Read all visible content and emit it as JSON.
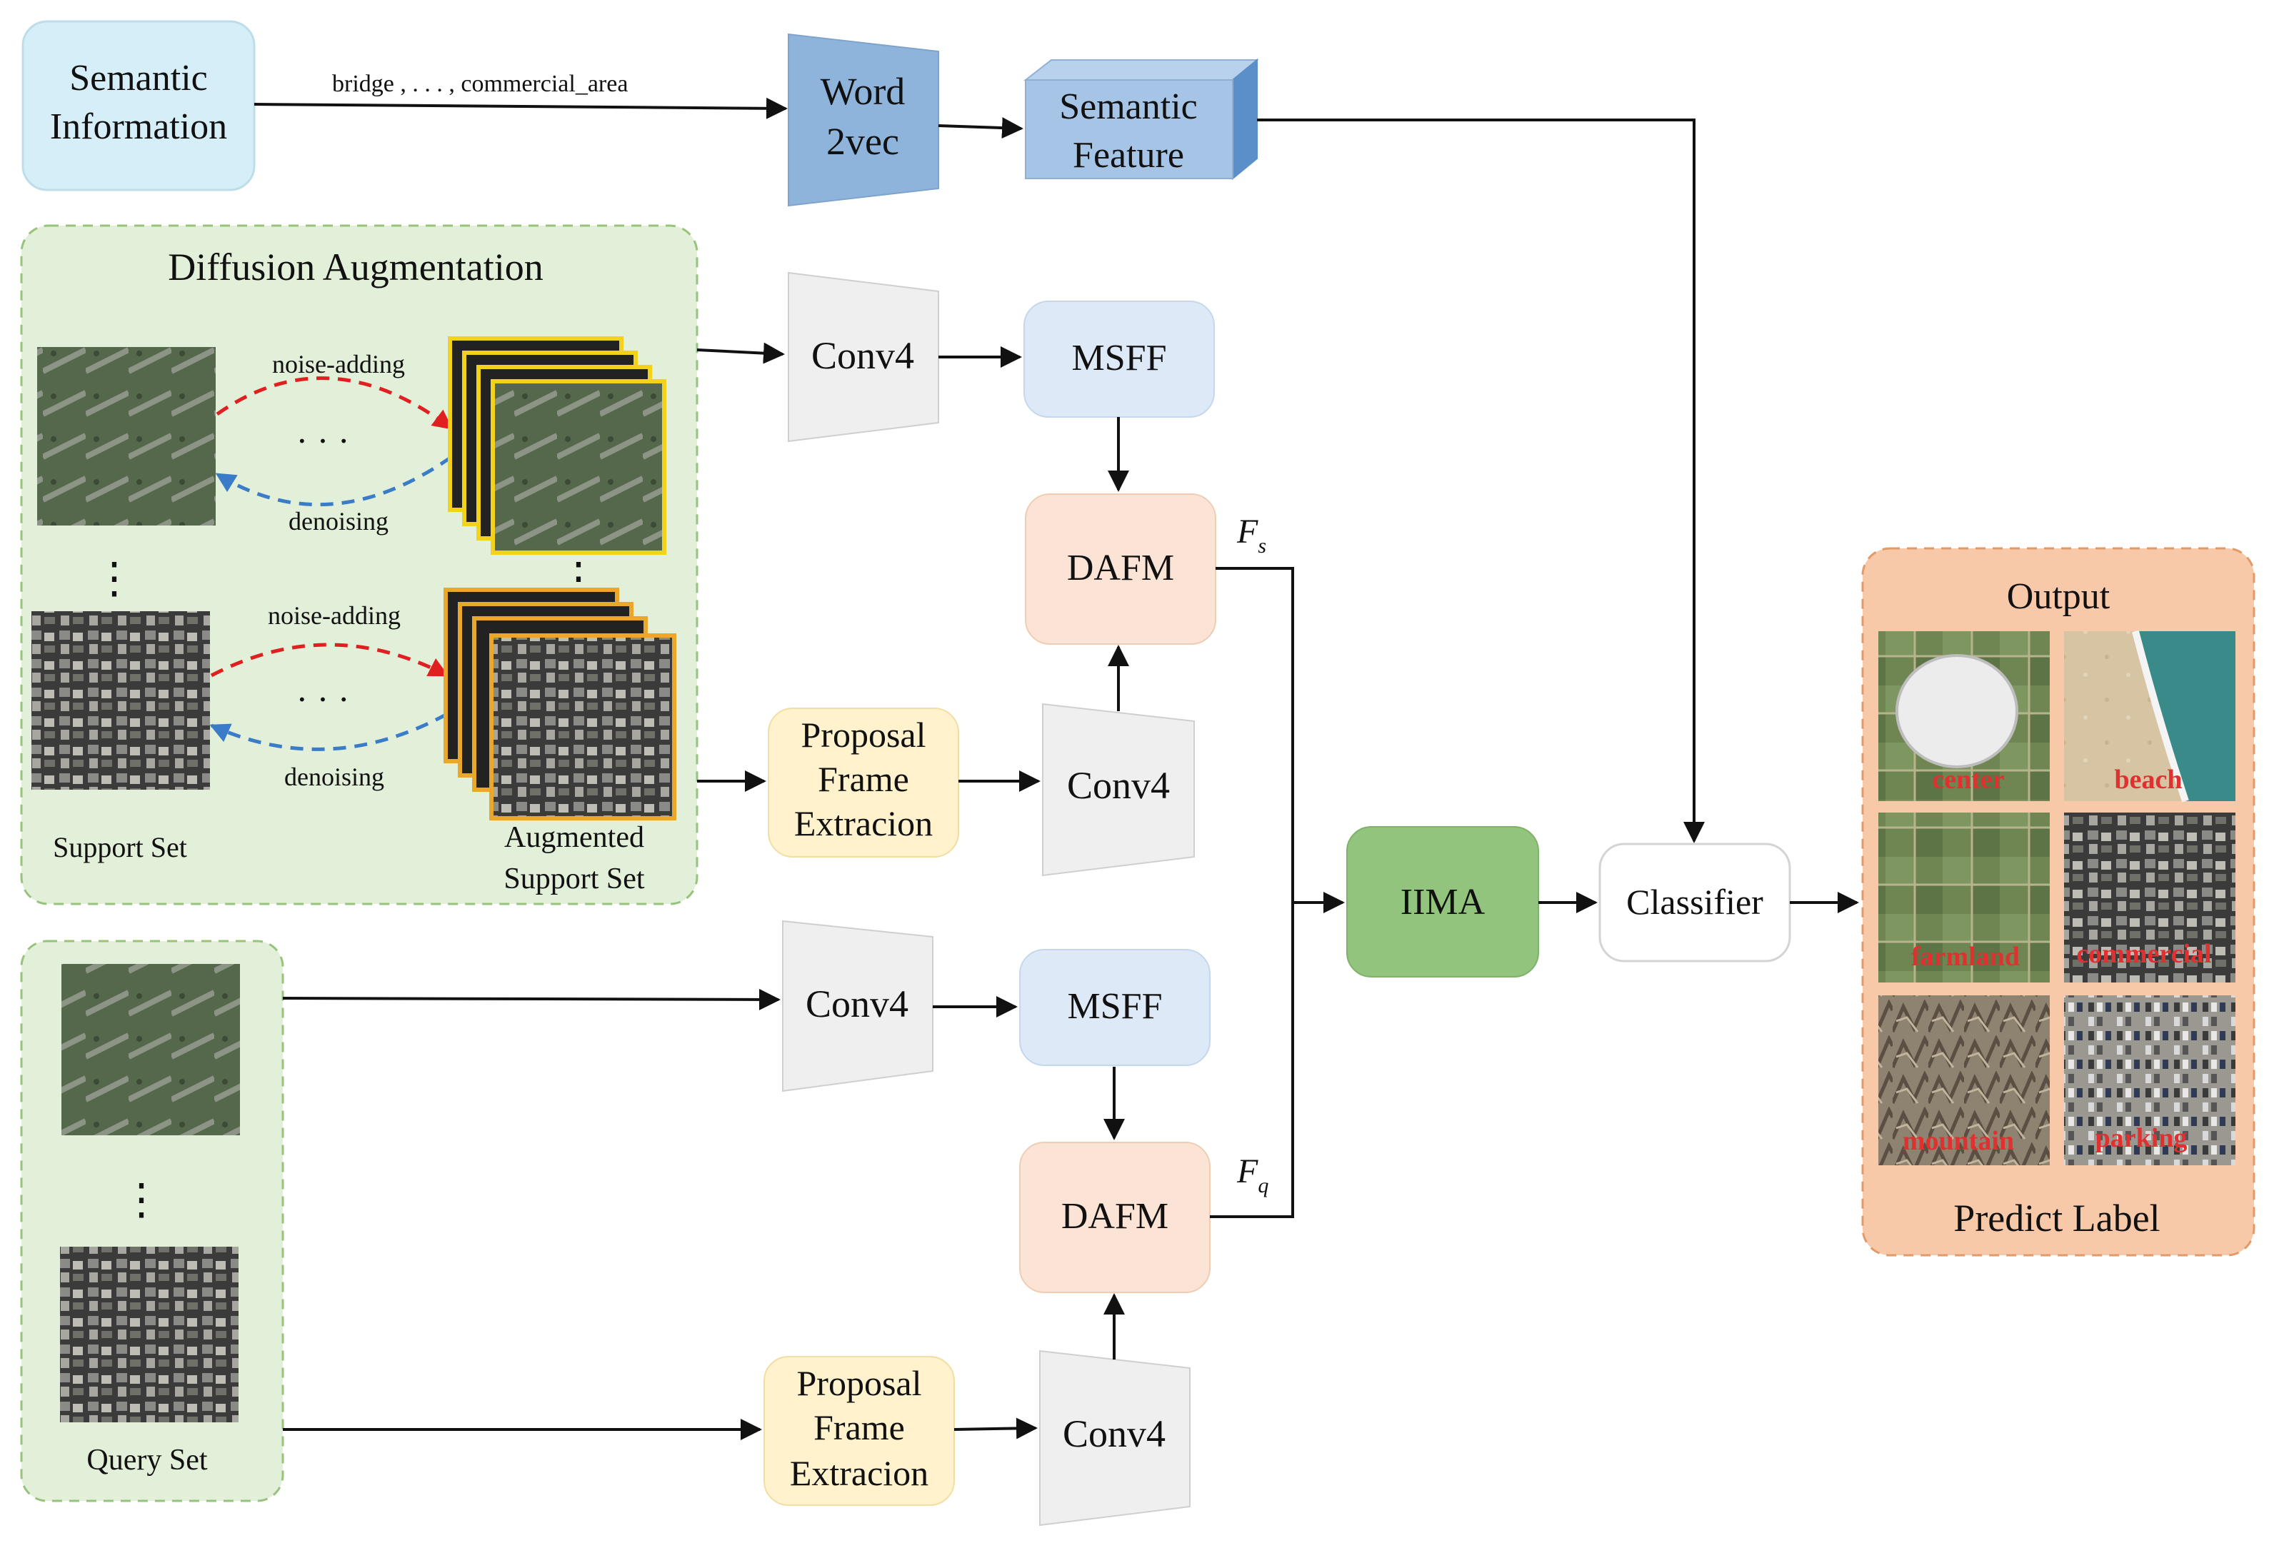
{
  "semantic": {
    "info_line1": "Semantic",
    "info_line2": "Information",
    "classes_text": "bridge ,   . . . ,   commercial_area",
    "word2vec_line1": "Word",
    "word2vec_line2": "2vec",
    "feature_line1": "Semantic",
    "feature_line2": "Feature"
  },
  "diffusion": {
    "title": "Diffusion Augmentation",
    "noise_adding_1": "noise-adding",
    "denoising_1": "denoising",
    "noise_adding_2": "noise-adding",
    "denoising_2": "denoising",
    "dots_h": "· · ·",
    "dots_v": "⋮",
    "support_set": "Support Set",
    "augmented_line1": "Augmented",
    "augmented_line2": "Support Set"
  },
  "query": {
    "label": "Query Set"
  },
  "blocks": {
    "conv4": "Conv4",
    "msff": "MSFF",
    "dafm": "DAFM",
    "proposal_line1": "Proposal",
    "proposal_line2": "Frame",
    "proposal_line3": "Extracion",
    "iima": "IIMA",
    "classifier": "Classifier",
    "fs_main": "F",
    "fs_sub": "s",
    "fq_main": "F",
    "fq_sub": "q"
  },
  "output": {
    "title": "Output",
    "footer": "Predict Label",
    "labels": [
      "center",
      "beach",
      "farmland",
      "commercial",
      "mountain",
      "parking"
    ]
  },
  "colors": {
    "semantic_box": "#d6eef7",
    "word2vec": "#8fb4dc",
    "diffusion_panel": "#e2efd9",
    "msff": "#dde9f7",
    "dafm": "#fbe4d5",
    "proposal": "#fff2cc",
    "conv": "#efefef",
    "iima": "#92c47d",
    "output_panel": "#f7c9a9",
    "label_red": "#e03030",
    "noise_arrow": "#e02020",
    "denoise_arrow": "#3a7cc8"
  }
}
